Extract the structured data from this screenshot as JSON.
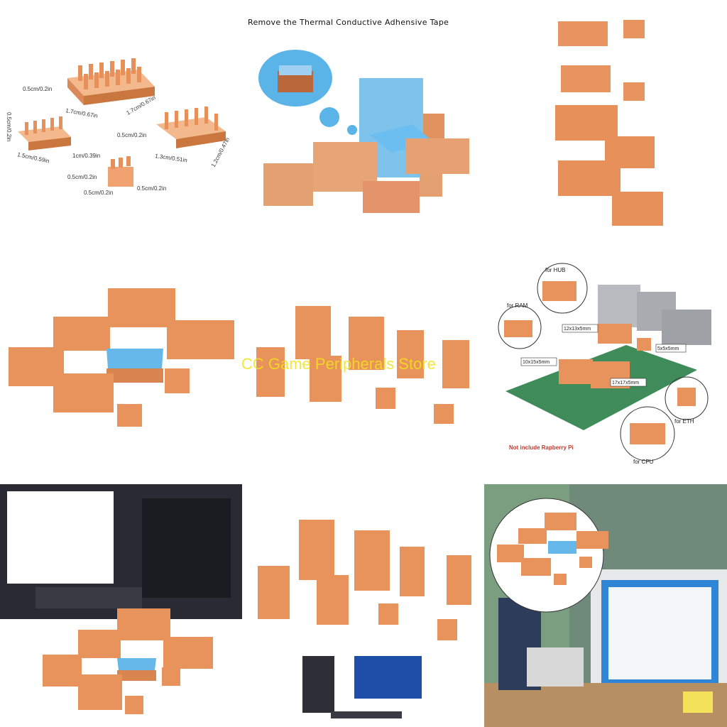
{
  "panel1": {
    "dims": {
      "big_left": "0.5cm/0.2in",
      "big_bottom": "1.7cm/0.67in",
      "big_right": "1.7cm/0.67in",
      "med_left_side": "0.5cm/0.2in",
      "med_left_bottom": "1.5cm/0.59in",
      "med_left_right": "1cm/0.39in",
      "med_right_left": "0.5cm/0.2in",
      "med_right_bottom": "1.3cm/0.51in",
      "med_right_right": "1.2cm/0.47in",
      "small_left": "0.5cm/0.2in",
      "small_bottom": "0.5cm/0.2in",
      "small_right": "0.5cm/0.2in"
    }
  },
  "panel2": {
    "title": "Remove the Thermal Conductive Adhensive Tape"
  },
  "panel6": {
    "labels": {
      "hub": "for HUB",
      "ram": "for RAM",
      "eth": "for ETH",
      "cpu": "for CPU"
    },
    "specs": {
      "s1": "12x13x5mm",
      "s2": "5x5x5mm",
      "s3": "10x15x5mm",
      "s4": "17x17x5mm"
    },
    "warning": "Not include Rapberry Pi"
  },
  "watermark": "CC Game Peripherals Store",
  "colors": {
    "copper": "#e0925f",
    "copper_dark": "#b8643a",
    "pad": "#5bb4e8"
  }
}
